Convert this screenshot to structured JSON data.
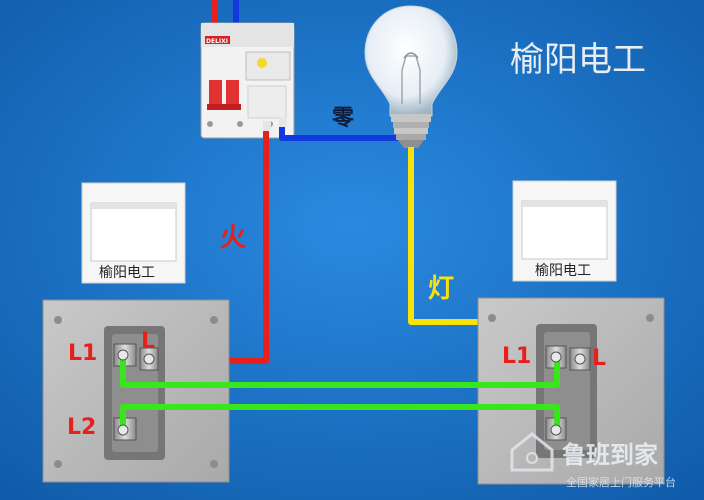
{
  "title": "榆阳电工",
  "labels": {
    "neutral": "零",
    "live": "火",
    "lamp": "灯"
  },
  "switch_left": {
    "caption": "榆阳电工",
    "terminal_l1": "L1",
    "terminal_l": "L",
    "terminal_l2": "L2"
  },
  "switch_right": {
    "caption": "榆阳电工",
    "terminal_l1": "L1",
    "terminal_l": "L"
  },
  "breaker": {
    "brand": "DELIXI"
  },
  "watermark": {
    "brand": "鲁班到家",
    "subtitle": "全国家居上门服务平台"
  },
  "colors": {
    "background": "#1a72c9",
    "live_wire": "#e8201c",
    "neutral_wire": "#1238e0",
    "lamp_wire": "#f7e20a",
    "traveler_wire": "#39e61c",
    "terminal_label": "#e8201c"
  }
}
